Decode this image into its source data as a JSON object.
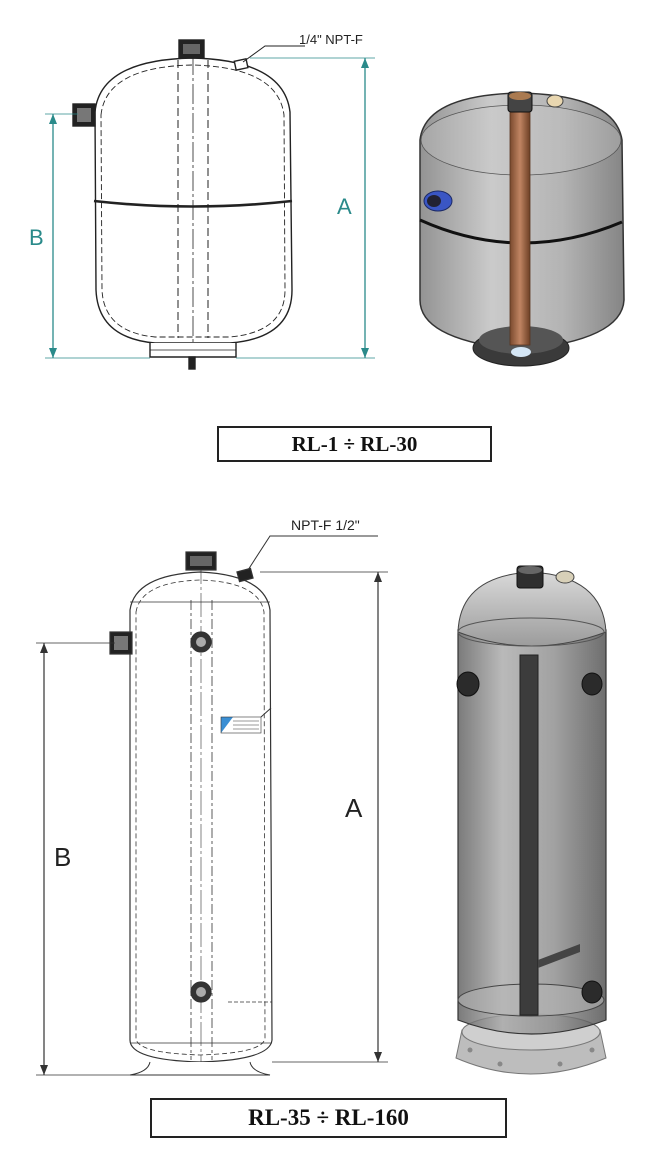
{
  "top_section": {
    "fitting_label": "1/4\" NPT-F",
    "dim_a": "A",
    "dim_b": "B",
    "caption": "RL-1 ÷ RL-30"
  },
  "bottom_section": {
    "fitting_label": "NPT-F 1/2\"",
    "dim_a": "A",
    "dim_b": "B",
    "caption": "RL-35 ÷ RL-160"
  }
}
